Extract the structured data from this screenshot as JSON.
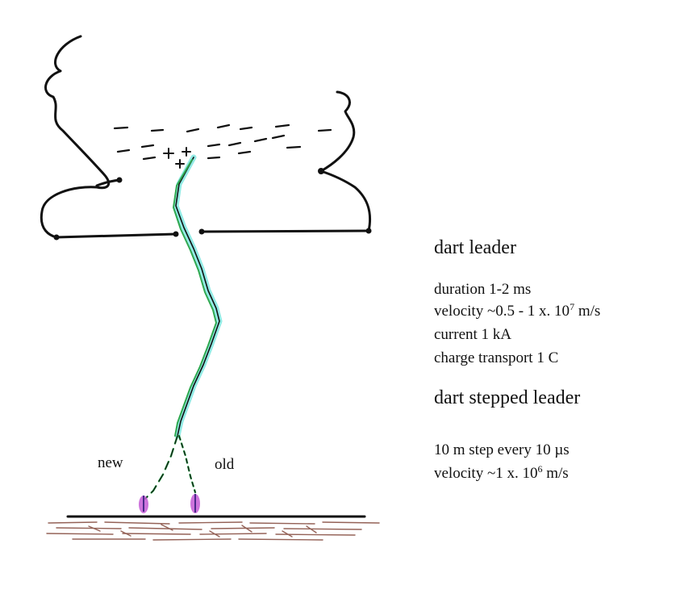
{
  "labels": {
    "new": "new",
    "old": "old"
  },
  "dart_leader": {
    "heading": "dart leader",
    "duration": "duration 1-2 ms",
    "velocity_prefix": "velocity ~0.5 - 1 x. 10",
    "velocity_exponent": "7",
    "velocity_unit": " m/s",
    "current": "current 1 kA",
    "charge": "charge transport 1 C"
  },
  "dart_stepped_leader": {
    "heading": "dart stepped leader",
    "step": "10 m step every 10 µs",
    "velocity_prefix": "velocity ~1 x. 10",
    "velocity_exponent": "6",
    "velocity_unit": " m/s"
  },
  "cloud_charges": {
    "negative": "−",
    "positive": "+"
  },
  "colors": {
    "outline": "#111111",
    "channel": "#2fa84f",
    "channel_glow": "#7fe8e0",
    "attachment": "#c45bd6",
    "attachment_dark": "#4a2a8a",
    "ground": "#7a3b2e"
  }
}
